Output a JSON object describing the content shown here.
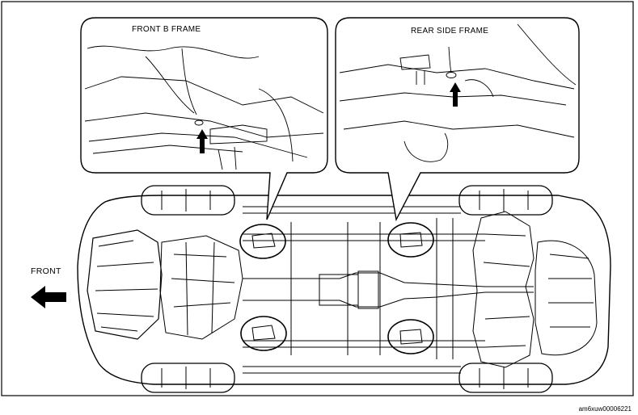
{
  "callouts": {
    "left_label": "FRONT B FRAME",
    "right_label": "REAR SIDE FRAME"
  },
  "direction": {
    "label": "FRONT",
    "icon": "left-arrow-icon"
  },
  "figure_code": "am6xuw00006221",
  "colors": {
    "line": "#000000",
    "background": "#ffffff"
  }
}
